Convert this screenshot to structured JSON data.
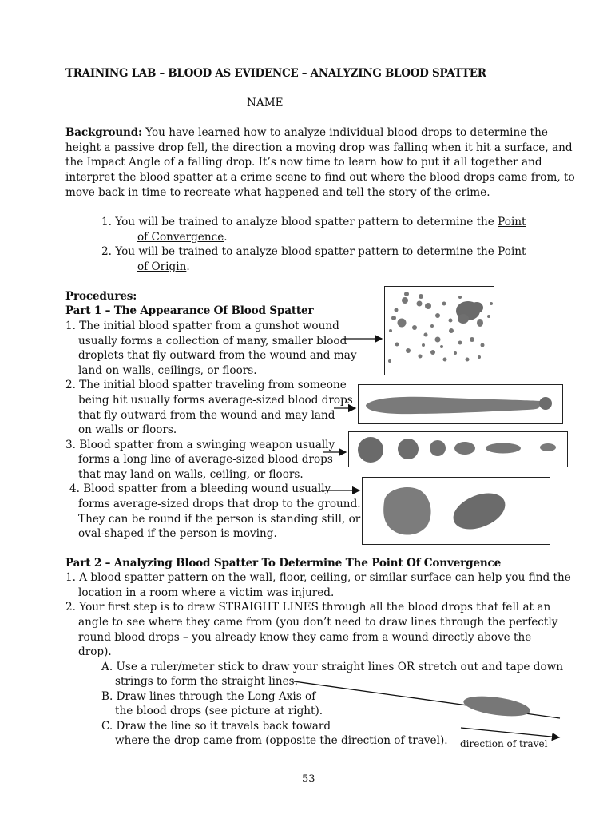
{
  "title": "TRAINING LAB – BLOOD AS EVIDENCE – ANALYZING BLOOD SPATTER",
  "name_label": "NAME",
  "background": {
    "label": "Background:",
    "lines": [
      " You have learned how to analyze individual blood drops to determine the",
      "height a passive drop fell, the direction a moving drop was falling when it hit a surface, and",
      "the Impact Angle of a falling drop.  It’s now time to learn how to put it all together and",
      "interpret the blood spatter at a crime scene to find out where the blood drops came from, to",
      "move back in time to recreate what happened and tell the story of the crime."
    ]
  },
  "goals": [
    {
      "line1": "1. You will be trained to analyze blood spatter pattern to determine the ",
      "link1": "Point",
      "link2": "of Convergence",
      "end": "."
    },
    {
      "line1": "2. You will be trained to analyze blood spatter pattern to determine the ",
      "link1": "Point",
      "link2": "of Origin",
      "end": "."
    }
  ],
  "procedures_label": "Procedures:",
  "part1": {
    "heading": "Part 1 – The Appearance Of Blood Spatter",
    "items": [
      [
        "1. The initial blood spatter from a gunshot wound",
        "usually forms a collection of many, smaller blood",
        "droplets that fly outward from the wound and may",
        "land on walls, ceilings, or floors."
      ],
      [
        "2. The initial blood spatter traveling from someone",
        "being hit usually forms average-sized blood drops",
        "that fly outward from the wound and may land",
        "on walls or floors."
      ],
      [
        "3. Blood spatter from a swinging weapon usually",
        "forms a long line of average-sized blood drops",
        "that may land on walls, ceiling, or floors."
      ],
      [
        "4. Blood spatter from a bleeding wound usually",
        "forms average-sized drops that drop to the ground.",
        "They can be round if the person is standing still, or",
        "oval-shaped if the person is moving."
      ]
    ]
  },
  "part2": {
    "heading": "Part 2 – Analyzing Blood Spatter To Determine The Point Of Convergence",
    "items": [
      [
        "1. A blood spatter pattern on the wall, floor, ceiling, or similar surface can help you find the",
        "location in a room where a victim was injured."
      ],
      [
        "2. Your first step is to draw STRAIGHT LINES through all the blood drops that fell at an",
        "angle to see where they came from (you don’t need to draw lines through the perfectly",
        "round blood drops – you already know they came from a wound directly above the",
        "drop)."
      ]
    ],
    "sub": {
      "a1": "A. Use a ruler/meter stick to draw your straight lines OR stretch out and tape down",
      "a2": "strings to form the straight lines.",
      "b1_pre": "B. Draw lines through the ",
      "b1_link": "Long Axis",
      "b1_post": " of",
      "b2": "the blood drops (see picture at right).",
      "c1": "C. Draw the line so it travels back toward",
      "c2": "where the drop came from (opposite the direction of travel)."
    },
    "caption": "direction of travel"
  },
  "page_number": "53",
  "colors": {
    "blood": "#6e6e6e",
    "ink": "#111111"
  }
}
